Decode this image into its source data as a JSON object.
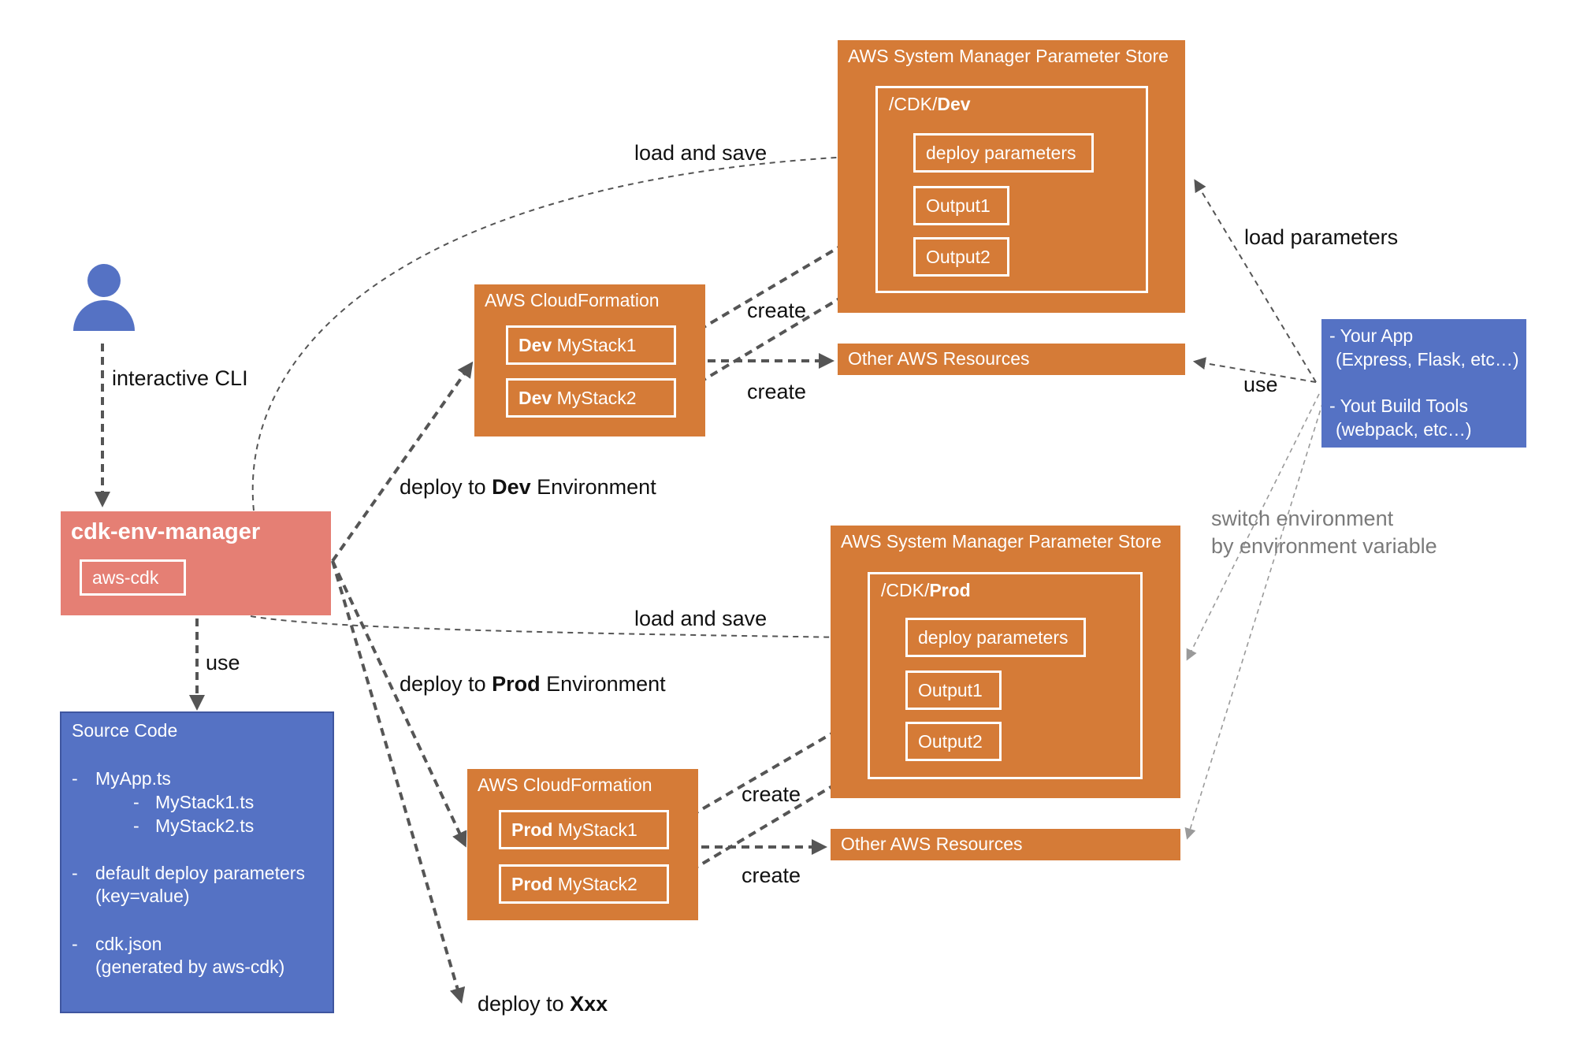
{
  "ssm_dev": {
    "title": "AWS System Manager Parameter Store",
    "path_prefix": "/CDK/",
    "path_env": "Dev",
    "deploy_parameters": "deploy parameters",
    "output1": "Output1",
    "output2": "Output2"
  },
  "ssm_prod": {
    "title": "AWS System Manager Parameter Store",
    "path_prefix": "/CDK/",
    "path_env": "Prod",
    "deploy_parameters": "deploy parameters",
    "output1": "Output1",
    "output2": "Output2"
  },
  "cf_dev": {
    "title": "AWS CloudFormation",
    "stack1_env": "Dev",
    "stack1_name": " MyStack1",
    "stack2_env": "Dev",
    "stack2_name": " MyStack2"
  },
  "cf_prod": {
    "title": "AWS CloudFormation",
    "stack1_env": "Prod",
    "stack1_name": " MyStack1",
    "stack2_env": "Prod",
    "stack2_name": " MyStack2"
  },
  "other_dev": "Other AWS Resources",
  "other_prod": "Other AWS Resources",
  "manager": {
    "title": "cdk-env-manager",
    "inner": "aws-cdk"
  },
  "source": {
    "title": "Source Code",
    "line1_bullet": "-",
    "line1": "MyApp.ts",
    "line2_bullet": "-",
    "line2": "MyStack1.ts",
    "line3_bullet": "-",
    "line3": "MyStack2.ts",
    "line4_bullet": "-",
    "line4": "default deploy parameters",
    "line5": "(key=value)",
    "line6_bullet": "-",
    "line6": "cdk.json",
    "line7": "(generated by aws-cdk)"
  },
  "app": {
    "line1": "- Your App",
    "line2": "(Express, Flask, etc…)",
    "line3": "- Yout Build Tools",
    "line4": "(webpack, etc…)"
  },
  "labels": {
    "interactive_cli": "interactive CLI",
    "use_source": "use",
    "load_save_dev": "load and save",
    "load_save_prod": "load and save",
    "deploy_dev_pre": "deploy to ",
    "deploy_dev_env": "Dev",
    "deploy_dev_post": " Environment",
    "deploy_prod_pre": "deploy to ",
    "deploy_prod_env": "Prod",
    "deploy_prod_post": " Environment",
    "deploy_xxx_pre": "deploy to ",
    "deploy_xxx_env": "Xxx",
    "create_dev_1": "create",
    "create_dev_2": "create",
    "create_prod_1": "create",
    "create_prod_2": "create",
    "load_parameters": "load parameters",
    "use_app": "use",
    "switch_1": "switch environment",
    "switch_2": "by environment variable"
  },
  "colors": {
    "aws_orange": "#D57B37",
    "app_blue": "#5572C4",
    "manager_pink": "#E57F74",
    "user_icon": "#5572C4",
    "edge_dark": "#555555",
    "edge_gray": "#9a9a9a"
  },
  "icons": {
    "user": "user-icon"
  }
}
